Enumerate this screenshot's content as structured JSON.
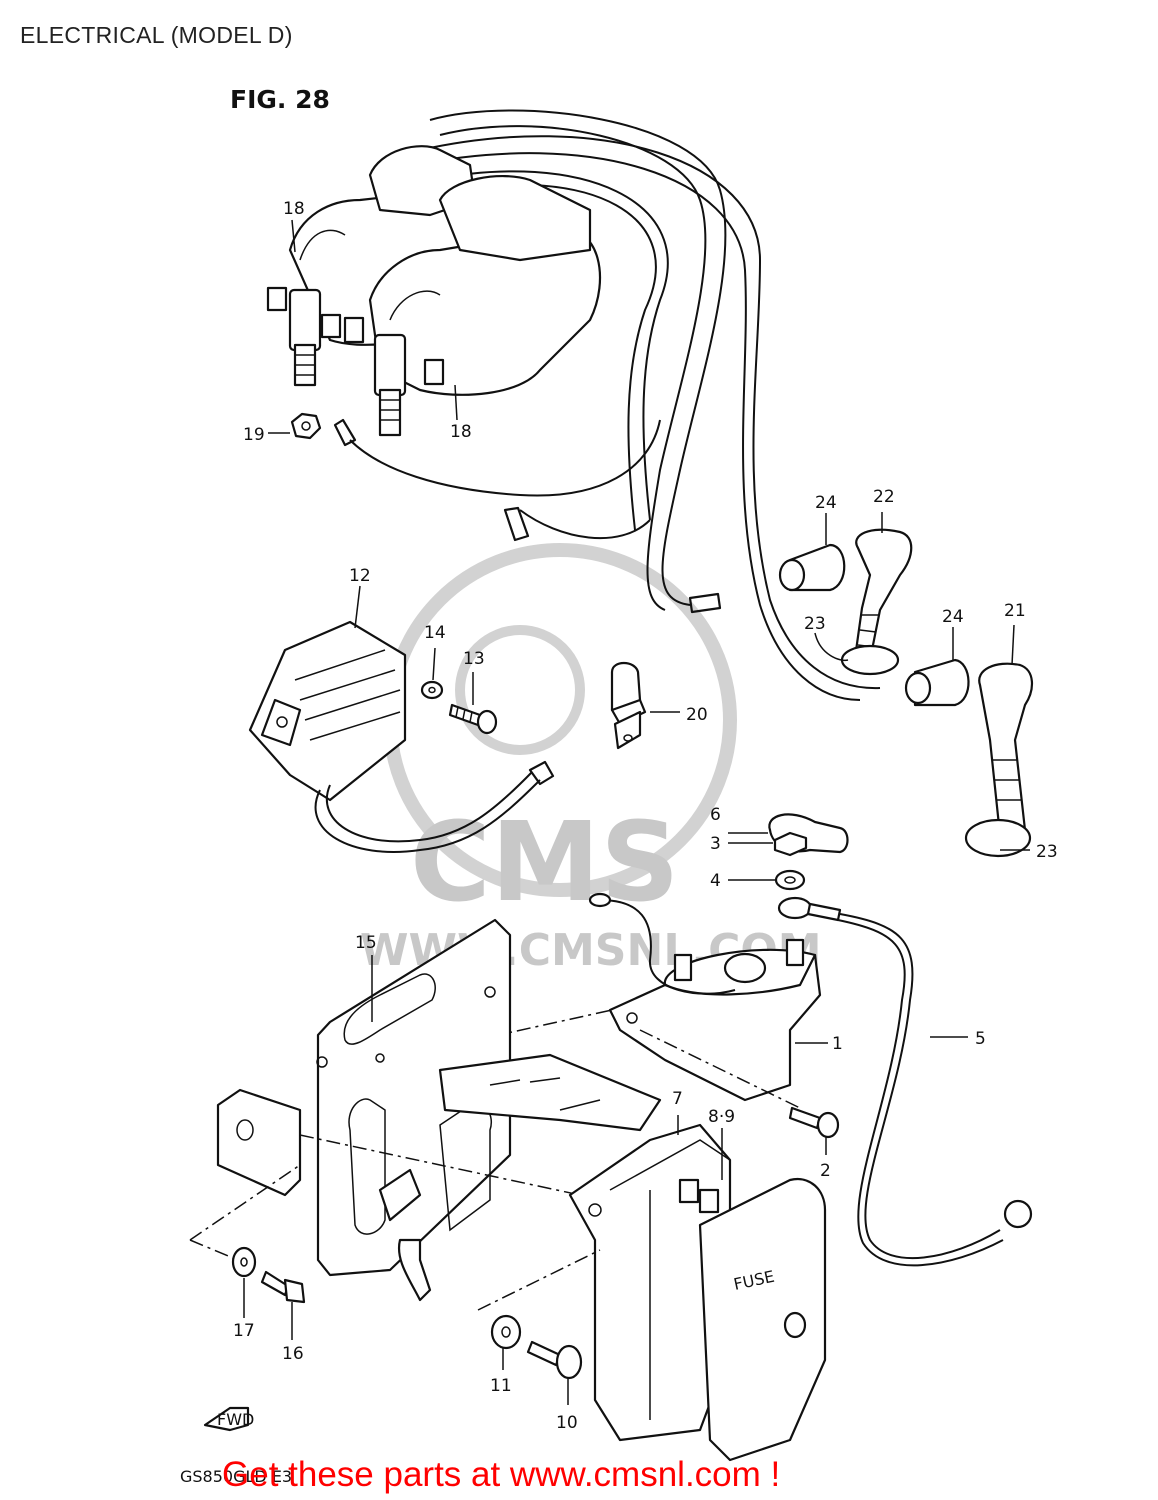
{
  "page_title": "ELECTRICAL (MODEL D)",
  "figure_label": "FIG. 28",
  "model_code": "GS850GLD E3",
  "watermark": {
    "brand": "CMS",
    "url": "WWW.CMSNL.COM"
  },
  "banner": "Get these parts at www.cmsnl.com !",
  "fwd_label": "FWD",
  "fuse_label": "FUSE",
  "callouts": {
    "p1": "1",
    "p2": "2",
    "p3": "3",
    "p4": "4",
    "p5": "5",
    "p6": "6",
    "p7": "7",
    "p8_9": "8·9",
    "p10": "10",
    "p11": "11",
    "p12": "12",
    "p13": "13",
    "p14": "14",
    "p15": "15",
    "p16": "16",
    "p17": "17",
    "p18_top": "18",
    "p18_bottom": "18",
    "p19": "19",
    "p20": "20",
    "p21": "21",
    "p22": "22",
    "p23_a": "23",
    "p23_b": "23",
    "p24_a": "24",
    "p24_b": "24"
  }
}
